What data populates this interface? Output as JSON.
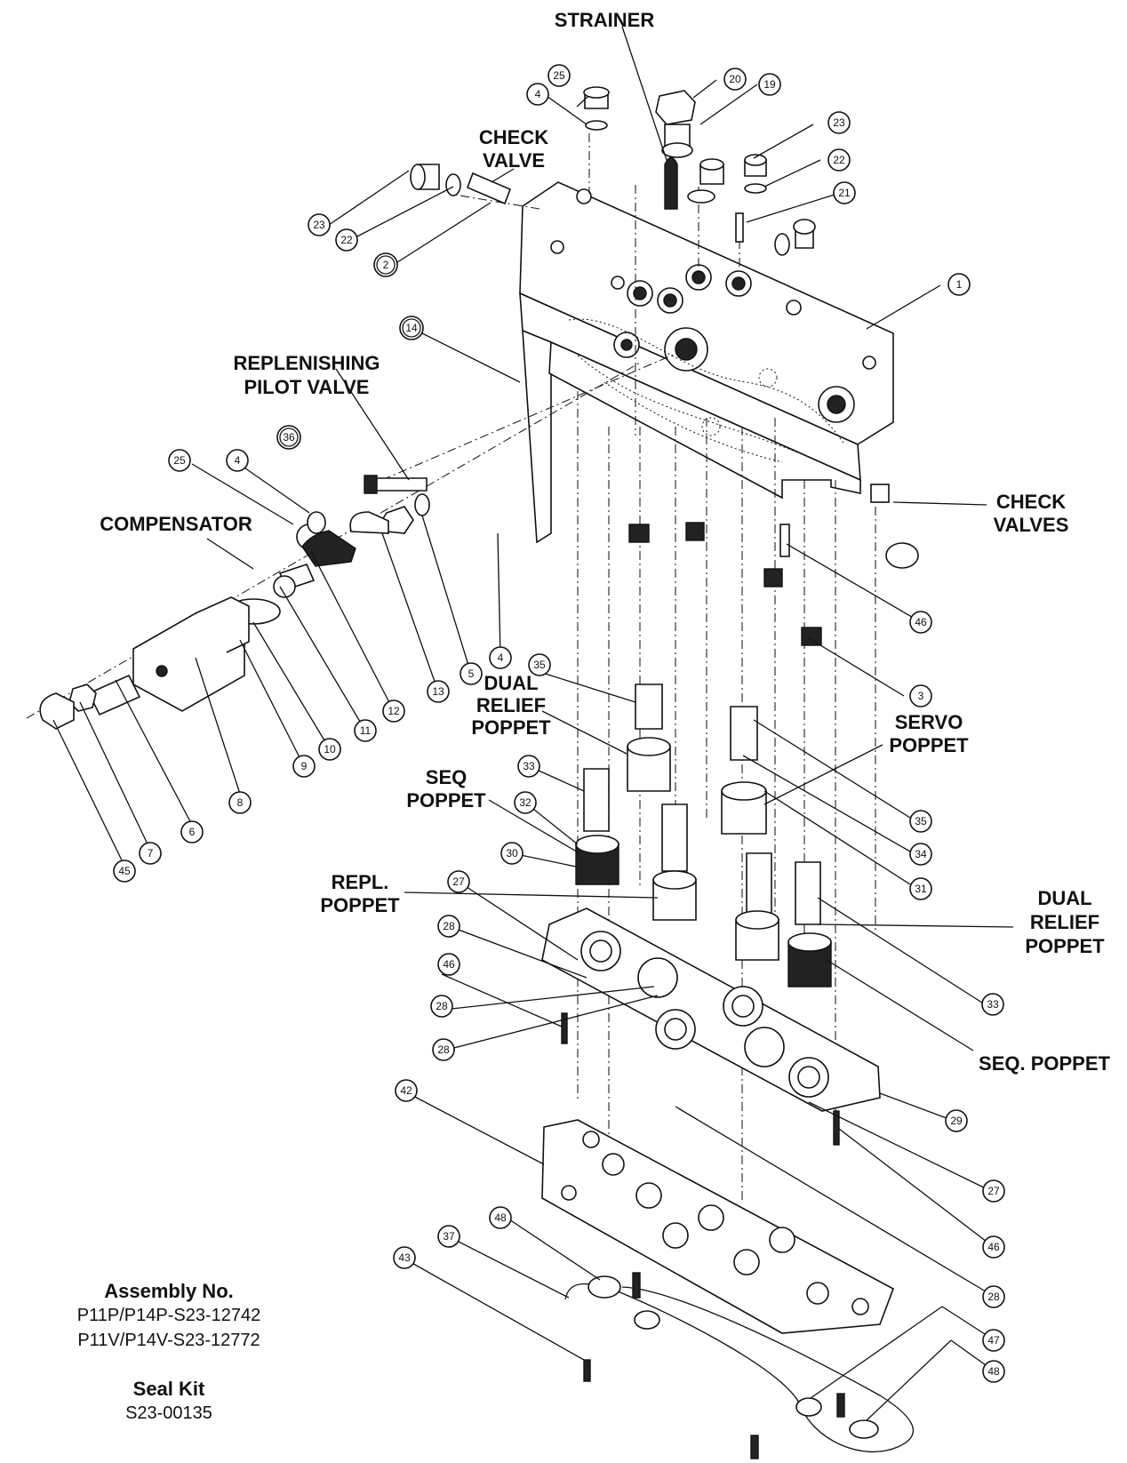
{
  "labels": {
    "strainer": "STRAINER",
    "check_valve_1": "CHECK",
    "check_valve_2": "VALVE",
    "replenishing_1": "REPLENISHING",
    "replenishing_2": "PILOT VALVE",
    "compensator": "COMPENSATOR",
    "check_valves_1": "CHECK",
    "check_valves_2": "VALVES",
    "dual_relief_a_1": "DUAL",
    "dual_relief_a_2": "RELIEF",
    "dual_relief_a_3": "POPPET",
    "servo_1": "SERVO",
    "servo_2": "POPPET",
    "seq_1": "SEQ",
    "seq_2": "POPPET",
    "repl_1": "REPL.",
    "repl_2": "POPPET",
    "dual_relief_b_1": "DUAL",
    "dual_relief_b_2": "RELIEF",
    "dual_relief_b_3": "POPPET",
    "seq_poppet_b": "SEQ. POPPET"
  },
  "assembly": {
    "heading": "Assembly No.",
    "line1": "P11P/P14P-S23-12742",
    "line2": "P11V/P14V-S23-12772",
    "seal_heading": "Seal Kit",
    "seal_number": "S23-00135"
  },
  "callouts": {
    "c25a": "25",
    "c4a": "4",
    "c20": "20",
    "c19": "19",
    "c23a": "23",
    "c22a": "22",
    "c21": "21",
    "c23b": "23",
    "c22b": "22",
    "c2": "2",
    "c1": "1",
    "c14": "14",
    "c36": "36",
    "c25b": "25",
    "c4b": "4",
    "c5": "5",
    "c4c": "4",
    "c13": "13",
    "c12": "12",
    "c11": "11",
    "c10": "10",
    "c9": "9",
    "c8": "8",
    "c6": "6",
    "c7": "7",
    "c45": "45",
    "c46a": "46",
    "c3": "3",
    "c35a": "35",
    "c35b": "35",
    "c34": "34",
    "c31": "31",
    "c33a": "33",
    "c32": "32",
    "c30": "30",
    "c27a": "27",
    "c28a": "28",
    "c46b": "46",
    "c28b": "28",
    "c28c": "28",
    "c33b": "33",
    "c29": "29",
    "c27b": "27",
    "c42": "42",
    "c46c": "46",
    "c28d": "28",
    "c48a": "48",
    "c37": "37",
    "c43": "43",
    "c47": "47",
    "c48b": "48"
  }
}
